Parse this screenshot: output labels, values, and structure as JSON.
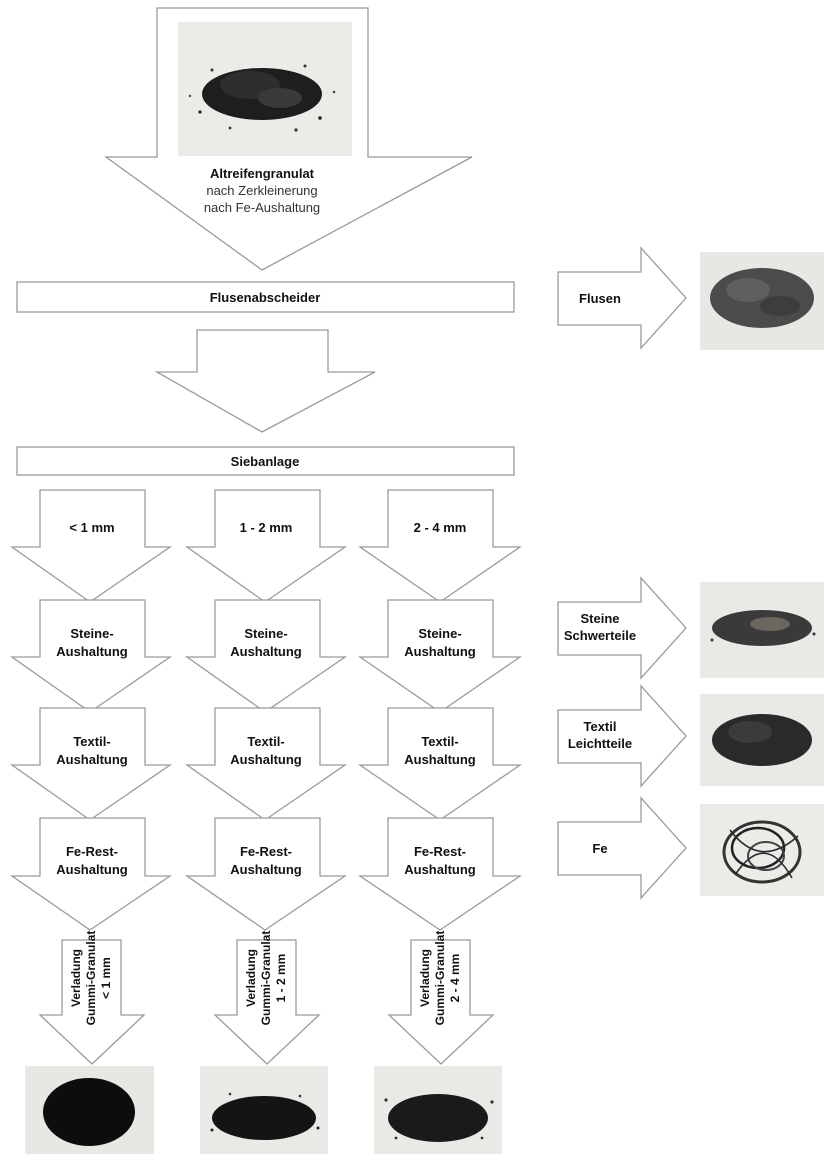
{
  "top_input": {
    "title": "Altreifengranulat",
    "line2": "nach Zerkleinerung",
    "line3": "nach Fe-Aushaltung"
  },
  "stage_flusen": "Flusenabscheider",
  "stage_sieb": "Siebanlage",
  "fractions": [
    "< 1 mm",
    "1 - 2 mm",
    "2 - 4 mm"
  ],
  "steps": [
    {
      "line1": "Steine-",
      "line2": "Aushaltung"
    },
    {
      "line1": "Textil-",
      "line2": "Aushaltung"
    },
    {
      "line1": "Fe-Rest-",
      "line2": "Aushaltung"
    }
  ],
  "outputs": [
    {
      "line1": "Verladung",
      "line2": "Gummi-Granulat",
      "line3": "< 1 mm"
    },
    {
      "line1": "Verladung",
      "line2": "Gummi-Granulat",
      "line3": "1 - 2 mm"
    },
    {
      "line1": "Verladung",
      "line2": "Gummi-Granulat",
      "line3": "2 - 4 mm"
    }
  ],
  "byproducts": {
    "flusen": "Flusen",
    "steine": {
      "line1": "Steine",
      "line2": "Schwerteile"
    },
    "textil": {
      "line1": "Textil",
      "line2": "Leichtteile"
    },
    "fe": "Fe"
  }
}
